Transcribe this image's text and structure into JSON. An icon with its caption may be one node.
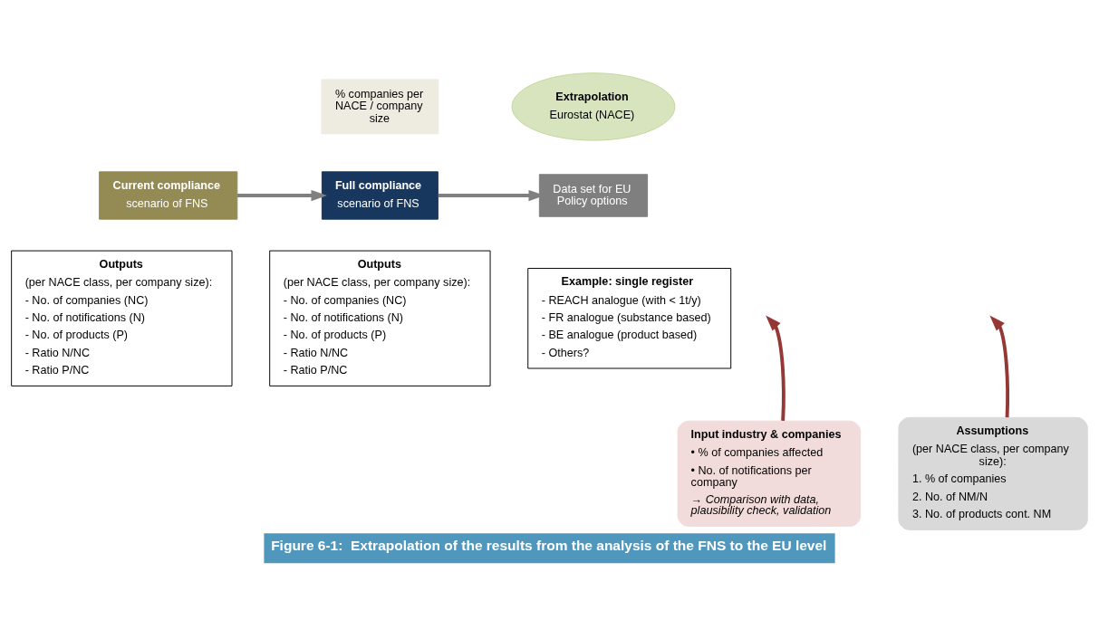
{
  "diagram": {
    "caption": "Figure 6-1:  Extrapolation of the results from the analysis of the FNS to the EU level",
    "nodes": [
      {
        "text": [
          "Current compliance",
          "scenario of FNS"
        ]
      },
      {
        "text": [
          "Outputs",
          "(per NACE class, per company size):",
          "- No. of companies (NC)",
          "- No. of notifications (N)",
          "- No. of products (P)",
          "- Ratio N/NC",
          "- Ratio P/NC"
        ]
      },
      {
        "text": [
          "Full compliance",
          "scenario of FNS"
        ]
      },
      {
        "text": [
          "Outputs",
          "(per NACE class, per company size):",
          "- No. of companies (NC)",
          "- No. of notifications (N)",
          "- No. of products (P)",
          "- Ratio N/NC",
          "- Ratio P/NC"
        ]
      },
      {
        "text": [
          "Data set for EU Policy options"
        ]
      },
      {
        "text": [
          "Example: single register",
          "- REACH analogue (with < 1t/y)",
          "- FR analogue (substance based)",
          "- BE analogue (product based)",
          "- Others?"
        ]
      },
      {
        "text": [
          "Input industry & companies",
          "• % of companies affected",
          "• No. of notifications per company",
          "→ Comparison with data, plausibility check, validation"
        ]
      },
      {
        "text": [
          "Assumptions",
          "(per NACE class, per company size):",
          "1. % of companies",
          "2. No. of NM/N",
          "3. No. of products cont. NM"
        ]
      },
      {
        "text": [
          "% companies per NACE / company size"
        ]
      },
      {
        "text": [
          "Extrapolation",
          "Eurostat (NACE)"
        ]
      }
    ],
    "edges": [
      {
        "from": 0,
        "to": 2,
        "arrow": "to",
        "color": "#808080"
      },
      {
        "from": 2,
        "to": 4,
        "arrow": "to",
        "color": "#808080"
      },
      {
        "from": 6,
        "to": null,
        "arrow": "to",
        "color": "#953735"
      },
      {
        "from": 7,
        "to": null,
        "arrow": "to",
        "color": "#953735"
      }
    ]
  }
}
